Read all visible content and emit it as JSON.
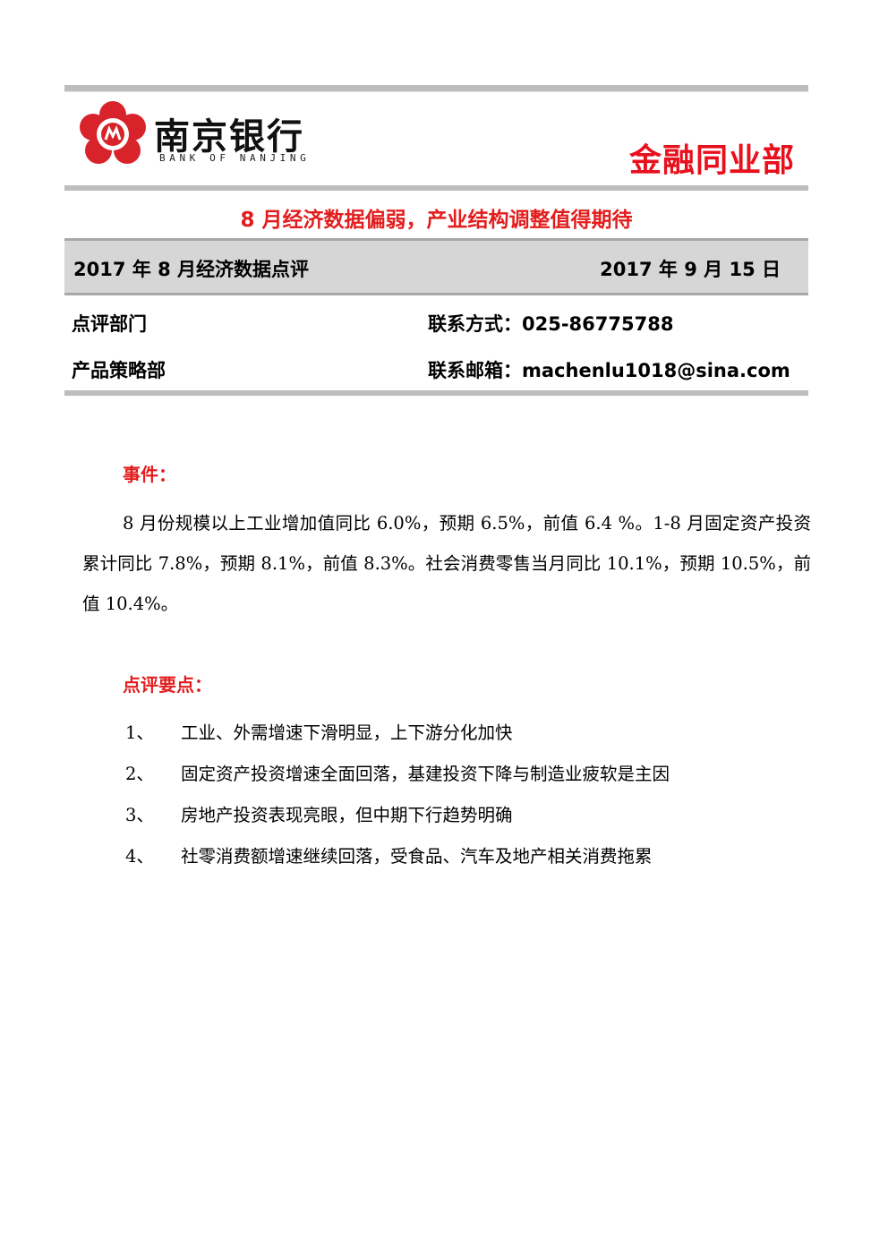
{
  "header": {
    "bank_name_cn": "南京银行",
    "bank_name_en": "BANK OF NANJING",
    "department": "金融同业部",
    "logo_icon": "bank-flower-logo-icon",
    "accent_color": "#e31d1d"
  },
  "title": "8 月经济数据偏弱，产业结构调整值得期待",
  "band": {
    "left": "2017 年 8 月经济数据点评",
    "right": "2017 年 9 月 15 日"
  },
  "info": {
    "dept_label": "点评部门",
    "dept_value": "产品策略部",
    "phone": "联系方式：025-86775788",
    "email": "联系邮箱：machenlu1018@sina.com"
  },
  "event": {
    "heading": "事件：",
    "text": "8 月份规模以上工业增加值同比 6.0%，预期 6.5%，前值 6.4 %。1-8 月固定资产投资累计同比 7.8%，预期 8.1%，前值 8.3%。社会消费零售当月同比 10.1%，预期 10.5%，前值 10.4%。"
  },
  "points": {
    "heading": "点评要点：",
    "items": [
      {
        "num": "1、",
        "text": "工业、外需增速下滑明显，上下游分化加快"
      },
      {
        "num": "2、",
        "text": "固定资产投资增速全面回落，基建投资下降与制造业疲软是主因"
      },
      {
        "num": "3、",
        "text": "房地产投资表现亮眼，但中期下行趋势明确"
      },
      {
        "num": "4、",
        "text": "社零消费额增速继续回落，受食品、汽车及地产相关消费拖累"
      }
    ]
  }
}
